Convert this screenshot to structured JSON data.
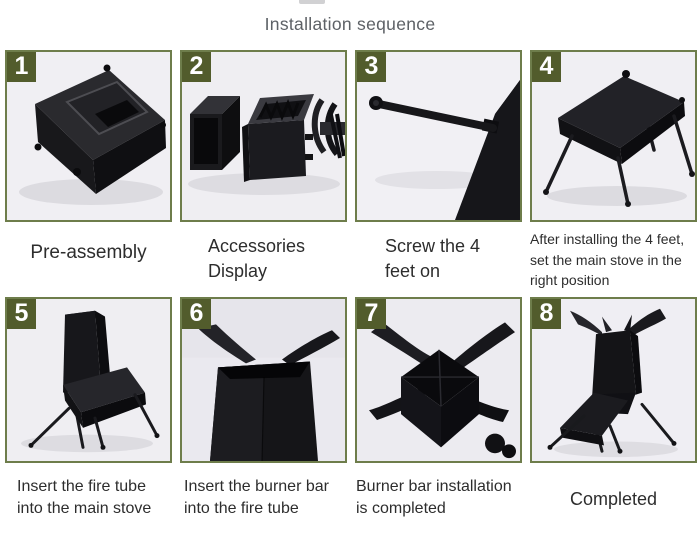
{
  "title": "Installation sequence",
  "colors": {
    "badge_green": "#525c2c",
    "border_green": "#6e7d4b",
    "caption_text": "#2d2d2d",
    "title_text": "#5d6166",
    "page_bg": "#ffffff"
  },
  "steps": [
    {
      "number": "1",
      "caption": "Pre-assembly",
      "photo": "pre-assembled-stove-box-photo"
    },
    {
      "number": "2",
      "caption": "Accessories Display",
      "photo": "stove-accessories-photo"
    },
    {
      "number": "3",
      "caption": "Screw the 4 feet on",
      "photo": "screwing-foot-photo"
    },
    {
      "number": "4",
      "caption": "After installing the 4 feet, set the main stove in the right position",
      "photo": "stove-on-feet-photo"
    },
    {
      "number": "5",
      "caption": "Insert the fire tube into the main stove",
      "photo": "fire-tube-inserted-photo"
    },
    {
      "number": "6",
      "caption": "Insert the burner bar into the fire tube",
      "photo": "burner-bar-insert-photo"
    },
    {
      "number": "7",
      "caption": "Burner bar installation is completed",
      "photo": "burner-bar-top-view-photo"
    },
    {
      "number": "8",
      "caption": "Completed",
      "photo": "completed-stove-photo"
    }
  ]
}
